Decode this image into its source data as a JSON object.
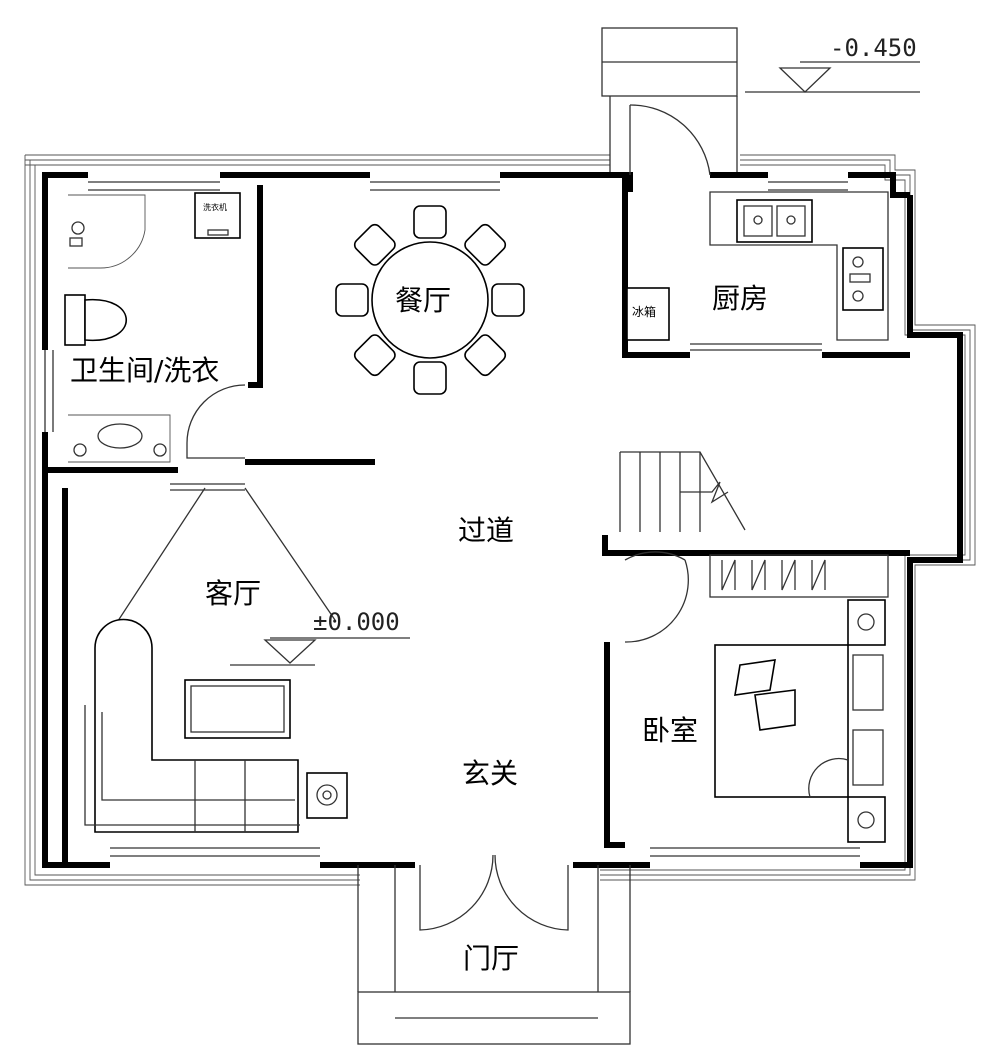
{
  "rooms": {
    "bathroom": "卫生间/洗衣",
    "dining": "餐厅",
    "kitchen": "厨房",
    "hallway": "过道",
    "living": "客厅",
    "bedroom": "卧室",
    "entry": "玄关",
    "porch": "门厅"
  },
  "elevations": {
    "outside": "-0.450",
    "inside": "±0.000"
  },
  "fixtures": {
    "washer_tag": "洗衣机",
    "cabinet_tag": "冰箱"
  }
}
